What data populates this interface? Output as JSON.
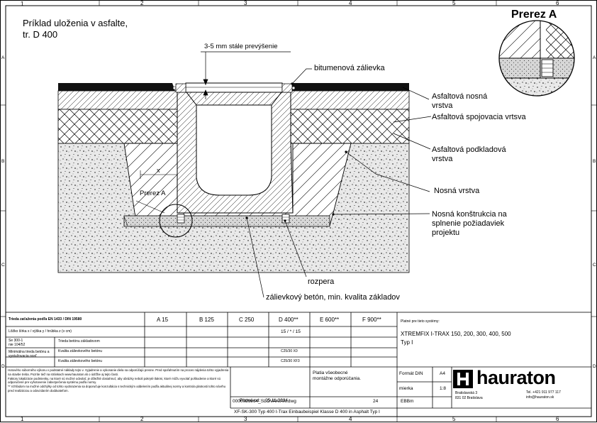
{
  "title": {
    "line1": "Príklad uloženia v asfalte,",
    "line2": "tr. D 400"
  },
  "section_title": "Prerez A",
  "section_label_small": "Prerez A",
  "dim_x": "x",
  "labels": {
    "overhang": "3-5 mm stále prevýšenie",
    "bitumen": "bitumenová zálievka",
    "asphalt_bearing": "Asfaltová nosná\nvrstva",
    "asphalt_binding": "Asfaltová spojovacia vrtsva",
    "asphalt_base": "Asfaltová podkladová\nvrstva",
    "bearing_layer": "Nosná vrstva",
    "bearing_structure": "Nosná konštrukcia na\nsplnenie požiadaviek\nprojektu",
    "spacer": "rozpera",
    "concrete": "zálievkový betón, min. kvalita základov"
  },
  "frame": {
    "cols": [
      "1",
      "2",
      "3",
      "4",
      "5",
      "6"
    ],
    "rows": [
      "A",
      "B",
      "C",
      "D"
    ]
  },
  "title_block": {
    "load_class_label": "Trieda zaťaženia podľa EN 1433 / DIN 19580",
    "classes": [
      "A 15",
      "B 125",
      "C 250",
      "D 400**",
      "E 600**",
      "F 900**"
    ],
    "bedding_label": "Lôžko šírka x / výška y / hrúbka z (v cm)",
    "bedding_value": "15 / * / 15",
    "row_a": "Se 300-1\nnie 104/52",
    "row_b": "Minimálna trieda betónu a\nvystužovacia oceľ",
    "row_found": "Trieda betónu základovom",
    "row_found_val": "",
    "row_concrete": "Kvalita zálievkového betónu",
    "row_concrete_val": "C25/30 X0",
    "row_frost": "Kvalita zálievkového betónu",
    "row_frost_val": "C25/30 XF3",
    "systems_label": "Platné pre tieto systémy:",
    "systems_value": "XTREMFIX I-TRAX 150, 200, 300, 400, 500",
    "systems_type": "Typ I",
    "notes": "Hotového súborného výkonu v podstatné náklady tejto v. Vyjadrenie a vykonanie diela sa odporúčajú presne. Pred spoľahnutím na proces nájdenia tohto vyjadrenia na stavbe treba. Pozrite tiež na stránkach www.hauraton.sk o údržbe aj tejto časti.\nFaktory lokalizácie podmienky, na ktoré sú možné odvolať, je dôležité dosiahnuť, aby obrázky neboli pokryté tlakmi, ktoré môžu vyvolať poškodenie a ktoré sú odporučené pre vyhotovenie zabezpečenia systému podľa normy.\n** Vzhľadom na možné odchýlky od tohto vyobrazenia sa doporučuje konzultácia s technickým oddelením podľa aktuálnej normy a kontrola platnosti tohto návrhu pred realizáciou a odovzdaním dodávateľom.",
    "valid_label": "Platné od:",
    "valid_date": "05.11.2024",
    "plan_note": "Platia všeobecné\nmontážne odporúčania.",
    "format_label": "Formát DIN",
    "format_value": "A4",
    "scale_label": "mierka",
    "scale_value": "1:8",
    "file_name": "0000026964_SLOVAKIAN.dwg",
    "page_no": "24",
    "author": "EBBm",
    "caption": "XF-SK-300 Typ 400 I-Trax Einbaubeispiel Klasse D 400 in Asphalt Typ I",
    "brand": "hauraton",
    "address": "Bratislavská 3\n831 02 Bratislava",
    "phone": "Tel. +421 911 977 117",
    "email": "info@hauraton.sk"
  }
}
